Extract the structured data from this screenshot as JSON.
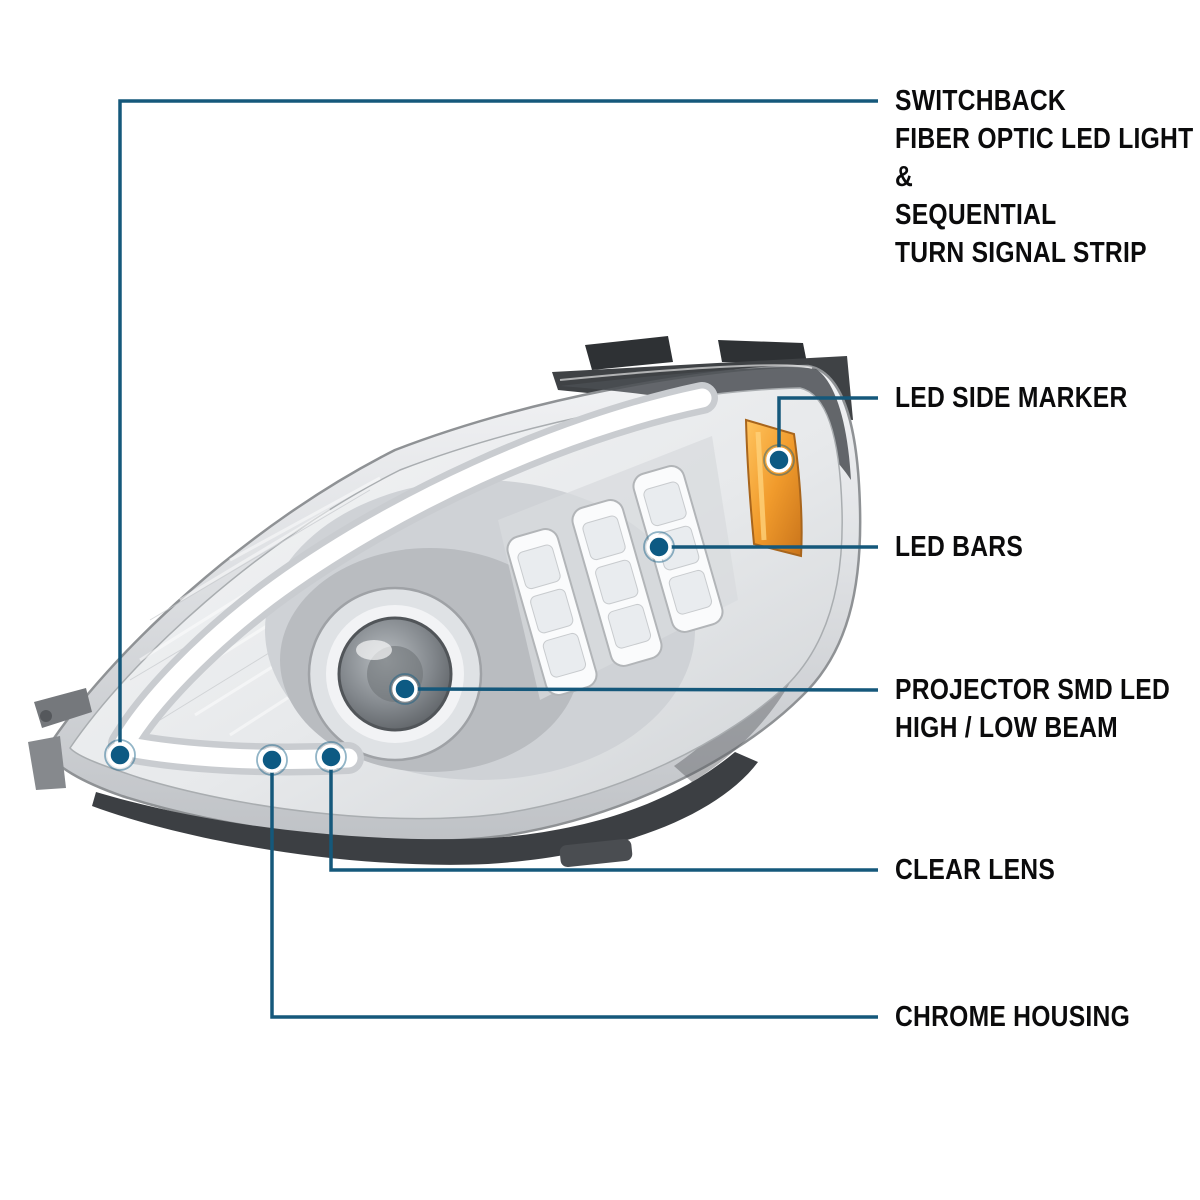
{
  "diagram": {
    "callouts": [
      {
        "id": "switchback-strip",
        "lines": [
          "SWITCHBACK",
          "FIBER OPTIC LED LIGHT",
          "&",
          "SEQUENTIAL",
          "TURN SIGNAL STRIP"
        ]
      },
      {
        "id": "led-side-marker",
        "lines": [
          "LED SIDE MARKER"
        ]
      },
      {
        "id": "led-bars",
        "lines": [
          "LED BARS"
        ]
      },
      {
        "id": "projector-smd-led",
        "lines": [
          "PROJECTOR SMD LED",
          "HIGH / LOW BEAM"
        ]
      },
      {
        "id": "clear-lens",
        "lines": [
          "CLEAR LENS"
        ]
      },
      {
        "id": "chrome-housing",
        "lines": [
          "CHROME HOUSING"
        ]
      }
    ],
    "colors": {
      "line": "#15587b",
      "dot": "#0d5a83",
      "text": "#0b0b0c",
      "amber": "#f19b2c"
    }
  }
}
